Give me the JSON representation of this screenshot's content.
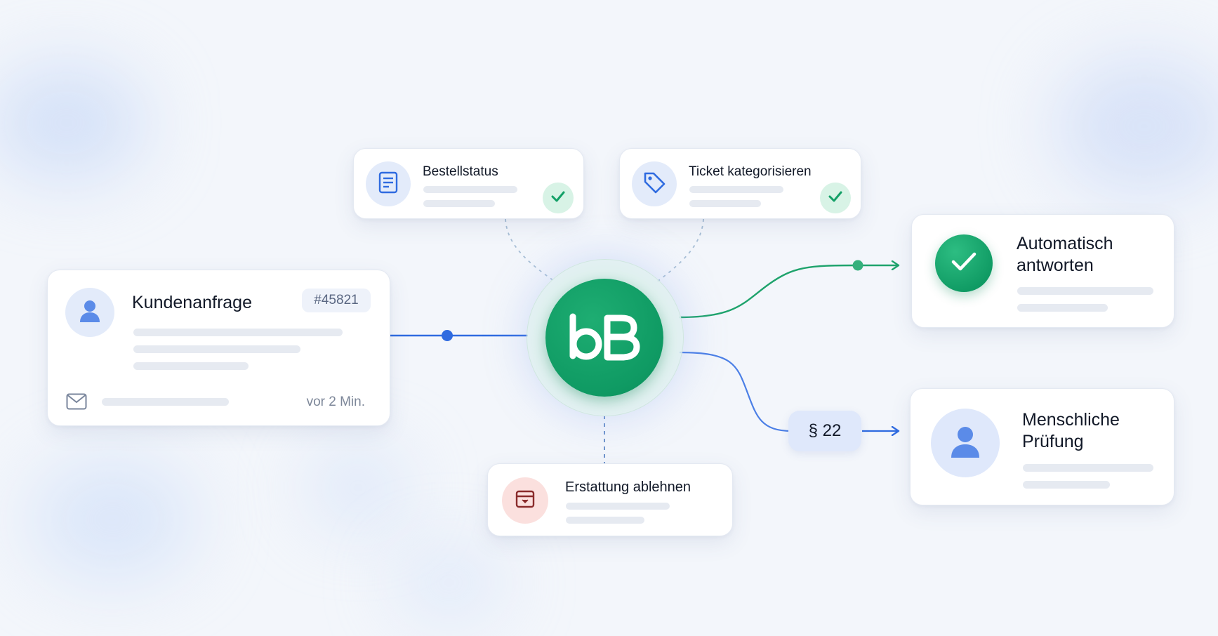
{
  "request_card": {
    "title": "Kundenanfrage",
    "ticket_id": "#45821",
    "time": "vor 2 Min."
  },
  "order_status_card": {
    "title": "Bestellstatus"
  },
  "categorize_card": {
    "title": "Ticket kategorisieren"
  },
  "reject_card": {
    "title": "Erstattung ablehnen"
  },
  "auto_reply_card": {
    "title_line1": "Automatisch",
    "title_line2": "antworten"
  },
  "human_review_card": {
    "title_line1": "Menschliche",
    "title_line2": "Prüfung"
  },
  "section_badge": {
    "label": "§ 22"
  },
  "colors": {
    "brand_green": "#13a067",
    "flow_blue": "#2f6be0",
    "flow_green": "#1ea36c",
    "reject_red": "#8a2b2b"
  },
  "icons": {
    "request": "user-icon",
    "order_status": "document-icon",
    "categorize": "tag-icon",
    "reject": "archive-icon",
    "auto_reply": "check-icon",
    "human_review": "user-icon",
    "mail": "mail-icon"
  }
}
